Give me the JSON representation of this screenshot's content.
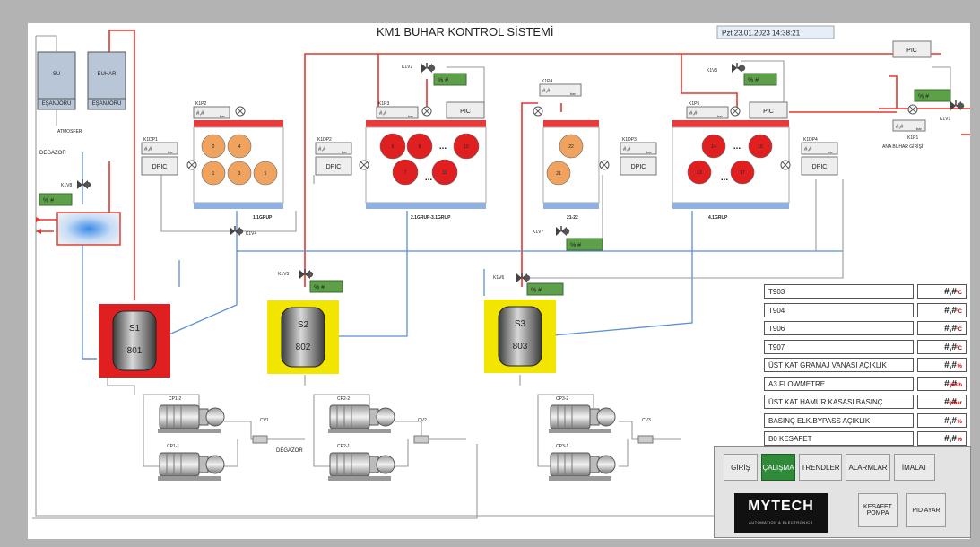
{
  "header": {
    "title": "KM1 BUHAR KONTROL SİSTEMİ",
    "datetime": "Pzt 23.01.2023 14:38:21"
  },
  "left": {
    "su_top": "SU",
    "su_bottom": "EŞANJÖRÜ",
    "buhar_top": "BUHAR",
    "buhar_bottom": "EŞANJÖRÜ",
    "atmosfer": "ATMOSFER",
    "degazor": "DEGAZOR",
    "k1v8": "K1V8",
    "pct": "% #"
  },
  "groups": {
    "g1": {
      "tag": "K1P2",
      "dp_tag": "K1DP1",
      "footer": "1.1GRUP",
      "circles": [
        "2",
        "4",
        "1",
        "3",
        "5"
      ]
    },
    "g2": {
      "tag": "K1P3",
      "dp_tag": "K1DP2",
      "footer": "2.1GRUP-3.1GRUP",
      "circles": [
        "6",
        "8",
        "...",
        "10",
        "7",
        "...",
        "11"
      ],
      "valve": "K1V2"
    },
    "g3": {
      "tag": "K1P4",
      "dp_tag": "K1DP3",
      "footer": "21-22",
      "circles": [
        "22",
        "21"
      ]
    },
    "g4": {
      "tag": "K1P5",
      "dp_tag": "K1DP4",
      "footer": "4.1GRUP",
      "circles": [
        "14",
        "...",
        "15",
        "13",
        "...",
        "17"
      ],
      "valve": "K1V5"
    }
  },
  "labels": {
    "dpic": "DPIC",
    "pic": "PIC",
    "val": "#,#",
    "unit": "bar",
    "pct": "% #"
  },
  "valves": {
    "k1v4": "K1V4",
    "k1v3": "K1V3",
    "k1v6": "K1V6",
    "k1v7": "K1V7",
    "k1v1": "K1V1"
  },
  "main_steam": {
    "tag": "K1P1",
    "label": "ANA BUHAR GİRİŞİ"
  },
  "tanks": [
    {
      "name": "S1",
      "num": "801"
    },
    {
      "name": "S2",
      "num": "802"
    },
    {
      "name": "S3",
      "num": "803"
    }
  ],
  "pumps": {
    "cp11": "CP1-1",
    "cp12": "CP1-2",
    "cp21": "CP2-1",
    "cp22": "CP2-2",
    "cp31": "CP3-1",
    "cp32": "CP3-2",
    "cv1": "CV1",
    "cv2": "CV2",
    "cv3": "CV3",
    "degazor": "DEGAZOR"
  },
  "table": [
    {
      "label": "T903",
      "value": "#,#",
      "unit": "°C"
    },
    {
      "label": "T904",
      "value": "#,#",
      "unit": "°C"
    },
    {
      "label": "T906",
      "value": "#,#",
      "unit": "°C"
    },
    {
      "label": "T907",
      "value": "#,#",
      "unit": "°C"
    },
    {
      "label": "ÜST KAT GRAMAJ VANASI AÇIKLIK",
      "value": "#,#",
      "unit": "%"
    },
    {
      "label": "A3 FLOWMETRE",
      "value": "#,#",
      "unit": "m3/h"
    },
    {
      "label": "ÜST KAT HAMUR KASASI BASINÇ",
      "value": "#,#",
      "unit": "mbar"
    },
    {
      "label": "BASINÇ ELK.BYPASS AÇIKLIK",
      "value": "#,#",
      "unit": "%"
    },
    {
      "label": "B0 KESAFET",
      "value": "#,#",
      "unit": "%"
    }
  ],
  "nav": {
    "giris": "GİRİŞ",
    "calisma": "ÇALIŞMA",
    "trendler": "TRENDLER",
    "alarmlar": "ALARMLAR",
    "imalat": "İMALAT",
    "kesafet": "KESAFET POMPA",
    "pid": "PID AYAR"
  },
  "logo": {
    "name": "MYTECH",
    "sub": "AUTOMATION & ELECTRONICS"
  },
  "colors": {
    "steam": "#e8362e",
    "water": "#5b8fd8",
    "roll": "#f0a35e",
    "roll_hot": "#e02020",
    "alarm_red": "#e02020",
    "alarm_yellow": "#f2e600",
    "active": "#2f8a3a"
  }
}
